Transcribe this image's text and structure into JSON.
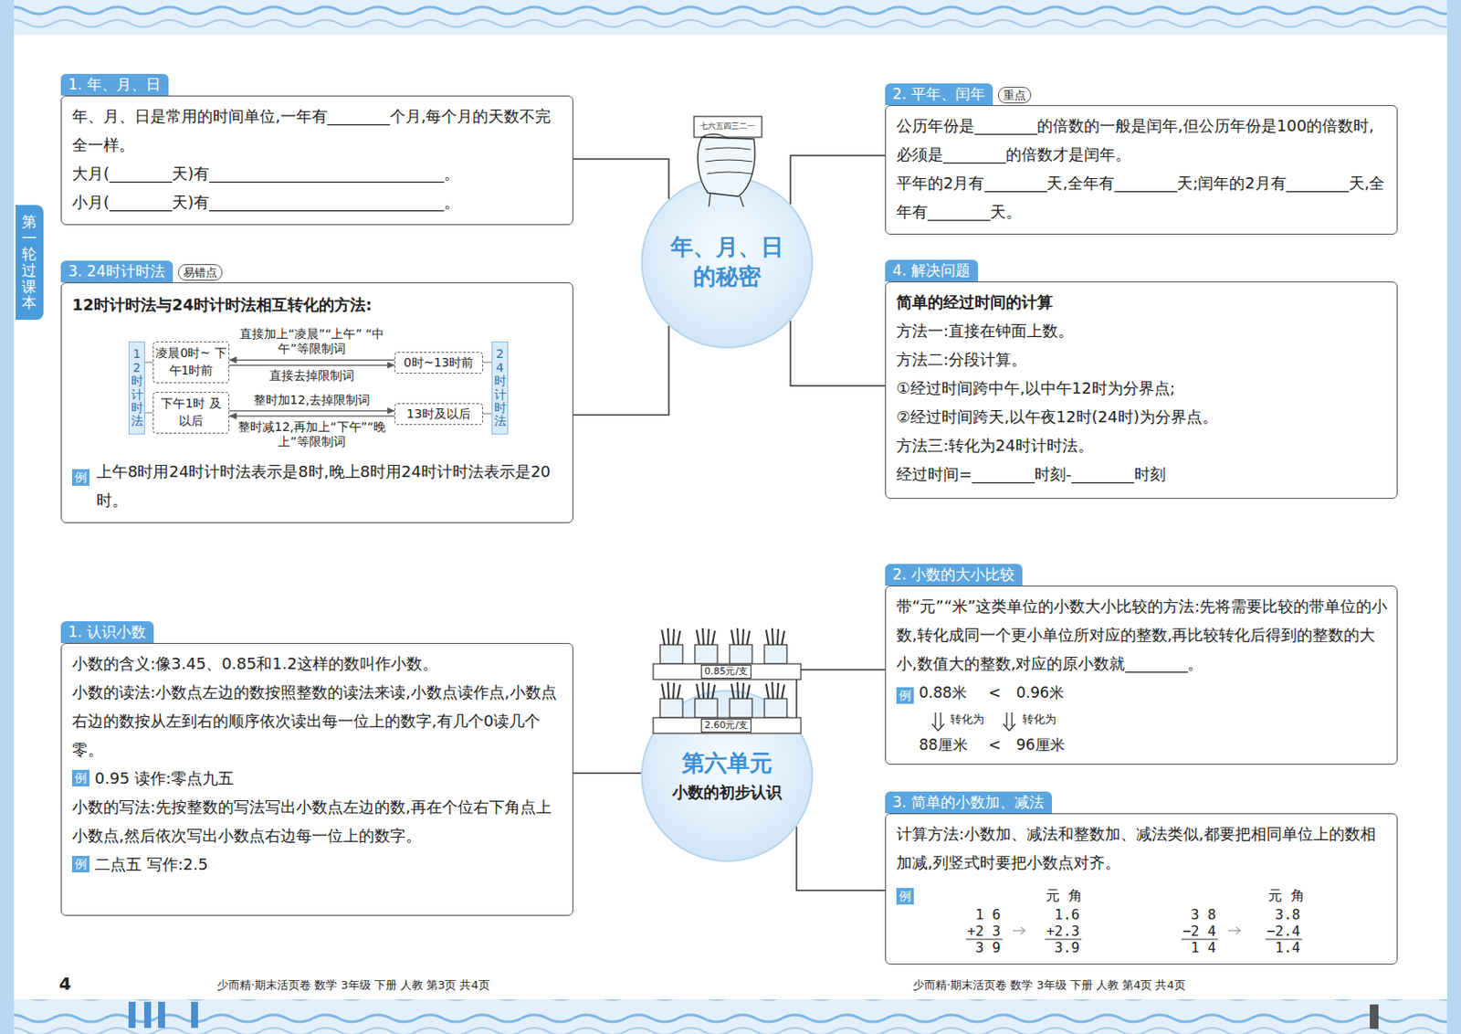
{
  "diagram": {
    "nodes": [
      {
        "text": [
          "1. 年、月、日",
          "年、月、日是常用的时间单位,一年有________个月,每个月的天数不完全一样。",
          "大月(________天)有______________________________。",
          "小月(________天)有______________________________。"
        ]
      },
      {
        "text": [
          "年、月、日 的秘密"
        ]
      },
      {
        "text": [
          "2. 平年、闰年",
          "公历年份是________的倍数的一般是闰年,但公历年份是100的倍数时,必须是________的倍数才是闰年。",
          "平年的2月有________天,全年有________天;闰年的2月有________天,全年有________天。"
        ]
      },
      {
        "text": [
          "3. 24时计时法",
          "12时计时法与24时计时法相互转化的方法:",
          "例",
          "上午8时用24时计时法表示是8时,晚上8时用24时计时法表示是20时。"
        ]
      },
      {
        "text": [
          "12时计时法"
        ],
        "in": 3
      },
      {
        "text": [
          "凌晨0时~ 下午1时前"
        ],
        "in": 3
      },
      {
        "text": [
          "下午1时 及以后"
        ],
        "in": 3
      },
      {
        "text": [
          "0时~13时前"
        ],
        "in": 3
      },
      {
        "text": [
          "13时及以后"
        ],
        "in": 3
      },
      {
        "text": [
          "24时计时法"
        ],
        "in": 3
      },
      {
        "text": [
          "4. 解决问题",
          "简单的经过时间的计算",
          "方法一:直接在钟面上数。",
          "方法二:分段计算。",
          "①经过时间跨中午,以中午12时为分界点;",
          "②经过时间跨天,以午夜12时(24时)为分界点。",
          "方法三:转化为24时计时法。",
          "经过时间=________时刻-________时刻"
        ]
      },
      {
        "text": [
          "1. 认识小数",
          "小数的含义:像3.45、0.85和1.2这样的数叫作小数。",
          "小数的读法:小数点左边的数按照整数的读法来读,小数点读作点,小数点右边的数按从左到右的顺序依次读出每一位上的数字,有几个0读几个零。",
          "例",
          "0.95 读作:零点九五",
          "小数的写法:先按整数的写法写出小数点左边的数,再在个位右下角点上小数点,然后依次写出小数点右边每一位上的数字。",
          "例",
          "二点五 写作:2.5"
        ]
      },
      {
        "text": [
          "第六单元",
          "小数的初步认识"
        ]
      },
      {
        "text": [
          "2. 小数的大小比较",
          "带“元”“米”这类单位的小数大小比较的方法:先将需要比较的带单位的小数,转化成同一个更小单位所对应的整数,再比较转化后得到的整数的大小,数值大的整数,对应的原小数就________。",
          "例",
          "0.88米",
          "<",
          "0.96米",
          "转化为",
          "转化为",
          "88厘米",
          "<",
          "96厘米"
        ]
      },
      {
        "text": [
          "3. 简单的小数加、减法",
          "计算方法:小数加、减法和整数加、减法类似,都要把相同单位上的数相加减,列竖式时要把小数点对齐。",
          "例",
          "元 角",
          "1 6",
          "+2 3",
          "3 9",
          "1.6",
          "+2.3",
          "3.9",
          "元 角",
          "3 8",
          "−2 4",
          "1 4",
          "3.8",
          "−2.4",
          "1.4"
        ]
      }
    ],
    "edges": [
      {
        "from": 1,
        "to": 0,
        "arrow": "none"
      },
      {
        "from": 1,
        "to": 2,
        "arrow": "none"
      },
      {
        "from": 1,
        "to": 3,
        "arrow": "none"
      },
      {
        "from": 1,
        "to": 10,
        "arrow": "none"
      },
      {
        "from": 7,
        "to": 5,
        "label": "直接加上“凌晨”“上午” “中午”等限制词",
        "arrow": "to"
      },
      {
        "from": 5,
        "to": 7,
        "label": "直接去掉限制词",
        "arrow": "to"
      },
      {
        "from": 6,
        "to": 8,
        "label": "整时加12,去掉限制词",
        "arrow": "to"
      },
      {
        "from": 8,
        "to": 6,
        "label": "整时减12,再加上“下午”“晚上”等限制词",
        "arrow": "to"
      },
      {
        "from": 12,
        "to": 11,
        "arrow": "none"
      },
      {
        "from": 12,
        "to": 13,
        "arrow": "none"
      },
      {
        "from": 12,
        "to": 14,
        "arrow": "none"
      }
    ],
    "labels": [
      "重点",
      "易错点",
      "第一轮 过课本",
      "七六五四三二一",
      "0.85元/支",
      "2.60元/支",
      "4",
      "少而精·期末活页卷 数学 3年级 下册 人教 第3页 共4页",
      "少而精·期末活页卷 数学 3年级 下册 人教 第4页 共4页"
    ]
  }
}
